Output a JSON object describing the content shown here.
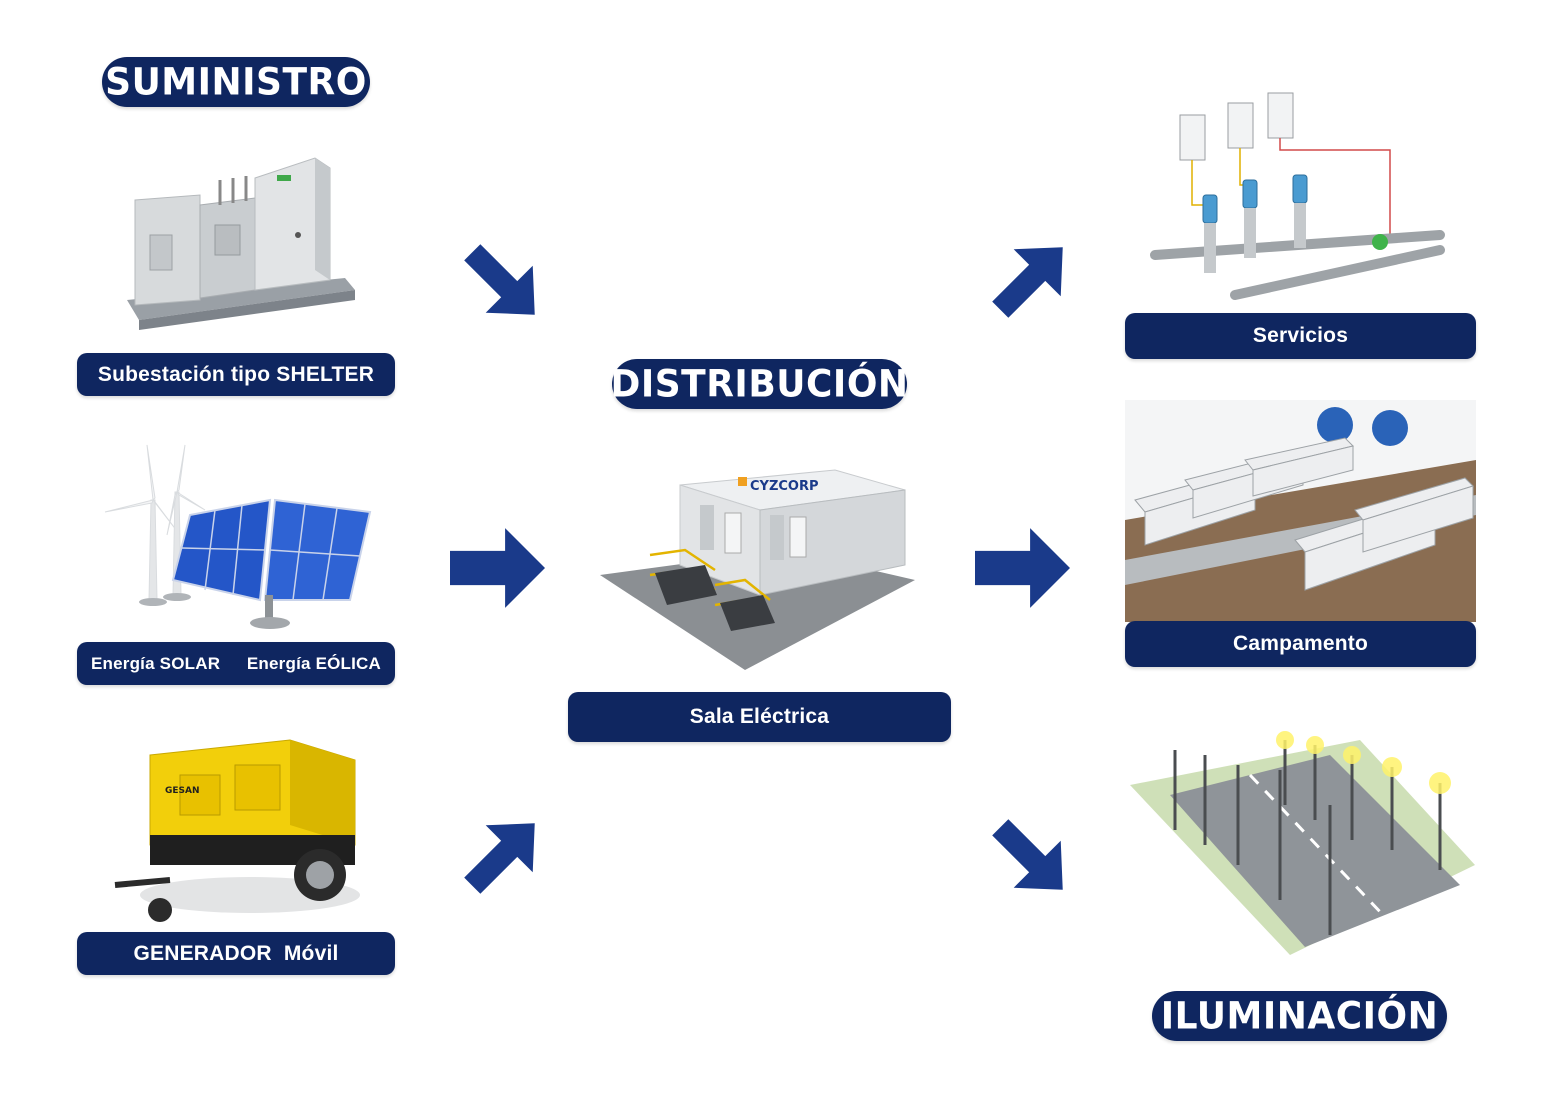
{
  "sections": {
    "suministro": "SUMINISTRO",
    "distribucion": "DISTRIBUCIÓN",
    "iluminacion": "ILUMINACIÓN"
  },
  "supply_items": {
    "substation": "Subestación tipo SHELTER",
    "solar": "Energía SOLAR",
    "eolica": "Energía EÓLICA",
    "generator": "GENERADOR  Móvil"
  },
  "distribution_item": "Sala Eléctrica",
  "consumer_items": {
    "services": "Servicios",
    "camp": "Campamento"
  },
  "brands": {
    "building": "CYZCORP",
    "generator": "GESAN"
  },
  "colors": {
    "navy": "#0f2660",
    "arrow": "#1a3a8a",
    "generator_yellow": "#f2cf0b",
    "solar_blue": "#2456c8"
  }
}
